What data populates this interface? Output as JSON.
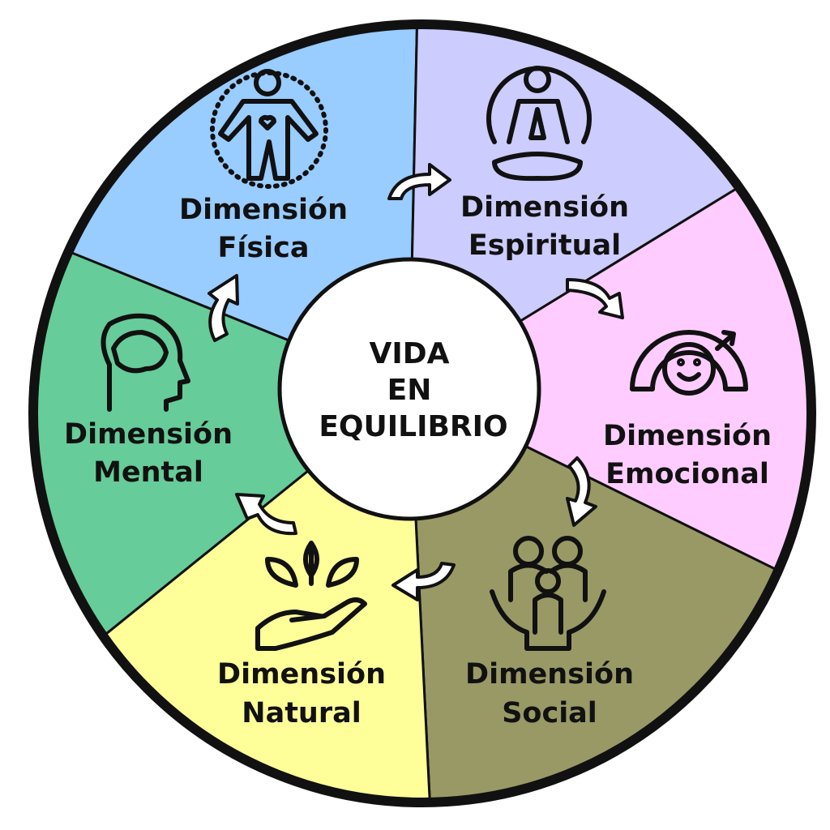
{
  "center": {
    "line1": "VIDA",
    "line2": "EN",
    "line3": "EQUILIBRIO"
  },
  "segments": [
    {
      "line1": "Dimensión",
      "line2": "Física",
      "color": "#99ccff",
      "icon": "body-heart-icon"
    },
    {
      "line1": "Dimensión",
      "line2": "Espiritual",
      "color": "#ccccff",
      "icon": "meditation-icon"
    },
    {
      "line1": "Dimensión",
      "line2": "Emocional",
      "color": "#ffccff",
      "icon": "smile-gauge-icon"
    },
    {
      "line1": "Dimensión",
      "line2": "Social",
      "color": "#999966",
      "icon": "family-hands-icon"
    },
    {
      "line1": "Dimensión",
      "line2": "Natural",
      "color": "#ffff99",
      "icon": "plant-hand-icon"
    },
    {
      "line1": "Dimensión",
      "line2": "Mental",
      "color": "#66cc99",
      "icon": "brain-head-icon"
    }
  ]
}
